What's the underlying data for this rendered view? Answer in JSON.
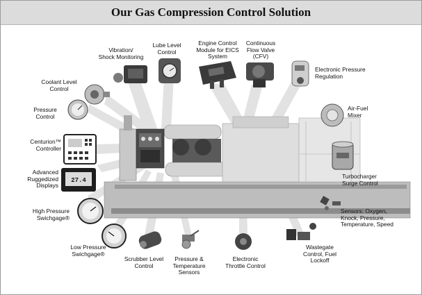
{
  "title": "Our Gas Compression Control Solution",
  "labels": {
    "vibration": [
      "Vibration/",
      "Shock Monitoring"
    ],
    "lube_level": [
      "Lube Level",
      "Control"
    ],
    "engine_control": [
      "Engine Control",
      "Module for EICS",
      "System"
    ],
    "cfv": [
      "Continuous",
      "Flow Valve",
      "(CFV)"
    ],
    "epr": [
      "Electronic Pressure",
      "Regulation"
    ],
    "coolant": [
      "Coolant Level",
      "Control"
    ],
    "air_fuel": [
      "Air-Fuel",
      "Mixer"
    ],
    "pressure_control": [
      "Pressure",
      "Control"
    ],
    "centurion": [
      "Centurion™",
      "Controller"
    ],
    "turbo": [
      "Turbocharger",
      "Surge Control"
    ],
    "displays": [
      "Advanced",
      "Ruggedized",
      "Displays"
    ],
    "sensors": [
      "Sensors: Oxygen,",
      "Knock, Pressure,",
      "Temperature, Speed"
    ],
    "hp_swichgage": [
      "High Pressure",
      "Swichgage®"
    ],
    "lp_swichgage": [
      "Low Pressure",
      "Swichgage®"
    ],
    "scrubber": [
      "Scrubber Level",
      "Control"
    ],
    "pt_sensors": [
      "Pressure &",
      "Temperature",
      "Sensors"
    ],
    "throttle": [
      "Electronic",
      "Throttle Control"
    ],
    "wastegate": [
      "Wastegate",
      "Control, Fuel",
      "Lockoff"
    ]
  },
  "display_text": "27.4",
  "colors": {
    "title_bar": "#dcdcdc",
    "beam": "#e4e4e4",
    "frame": "#9a9a9a"
  },
  "icons": [
    "vibration-monitor-icon",
    "lube-level-icon",
    "engine-control-module-icon",
    "flow-valve-icon",
    "pressure-regulator-icon",
    "coolant-level-icon",
    "air-fuel-mixer-icon",
    "pressure-gauge-icon",
    "centurion-controller-icon",
    "turbo-surge-icon",
    "display-panel-icon",
    "sensor-icon",
    "hp-gauge-icon",
    "lp-gauge-icon",
    "scrubber-icon",
    "pt-sensor-icon",
    "throttle-icon",
    "wastegate-icon"
  ]
}
